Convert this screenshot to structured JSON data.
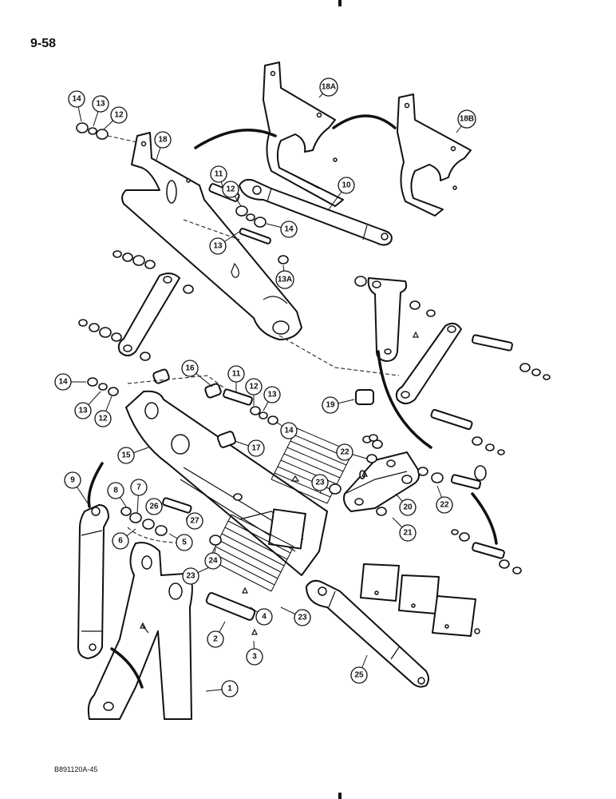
{
  "page": {
    "number": "9-58",
    "figure_code": "B891120A-45"
  },
  "callouts": [
    {
      "id": "c1",
      "label": "1"
    },
    {
      "id": "c2",
      "label": "2"
    },
    {
      "id": "c3",
      "label": "3"
    },
    {
      "id": "c4",
      "label": "4"
    },
    {
      "id": "c5",
      "label": "5"
    },
    {
      "id": "c6",
      "label": "6"
    },
    {
      "id": "c7",
      "label": "7"
    },
    {
      "id": "c8",
      "label": "8"
    },
    {
      "id": "c9",
      "label": "9"
    },
    {
      "id": "c10",
      "label": "10"
    },
    {
      "id": "c11a",
      "label": "11"
    },
    {
      "id": "c11b",
      "label": "11"
    },
    {
      "id": "c12a",
      "label": "12"
    },
    {
      "id": "c12b",
      "label": "12"
    },
    {
      "id": "c12c",
      "label": "12"
    },
    {
      "id": "c12d",
      "label": "12"
    },
    {
      "id": "c13a",
      "label": "13"
    },
    {
      "id": "c13b",
      "label": "13"
    },
    {
      "id": "c13c",
      "label": "13"
    },
    {
      "id": "c13d",
      "label": "13"
    },
    {
      "id": "c13A",
      "label": "13A"
    },
    {
      "id": "c14a",
      "label": "14"
    },
    {
      "id": "c14b",
      "label": "14"
    },
    {
      "id": "c14c",
      "label": "14"
    },
    {
      "id": "c14d",
      "label": "14"
    },
    {
      "id": "c15",
      "label": "15"
    },
    {
      "id": "c16",
      "label": "16"
    },
    {
      "id": "c17",
      "label": "17"
    },
    {
      "id": "c18",
      "label": "18"
    },
    {
      "id": "c18A",
      "label": "18A"
    },
    {
      "id": "c18B",
      "label": "18B"
    },
    {
      "id": "c19",
      "label": "19"
    },
    {
      "id": "c20",
      "label": "20"
    },
    {
      "id": "c21",
      "label": "21"
    },
    {
      "id": "c22a",
      "label": "22"
    },
    {
      "id": "c22b",
      "label": "22"
    },
    {
      "id": "c23a",
      "label": "23"
    },
    {
      "id": "c23b",
      "label": "23"
    },
    {
      "id": "c23c",
      "label": "23"
    },
    {
      "id": "c24",
      "label": "24"
    },
    {
      "id": "c25",
      "label": "25"
    },
    {
      "id": "c26",
      "label": "26"
    },
    {
      "id": "c27",
      "label": "27"
    }
  ]
}
